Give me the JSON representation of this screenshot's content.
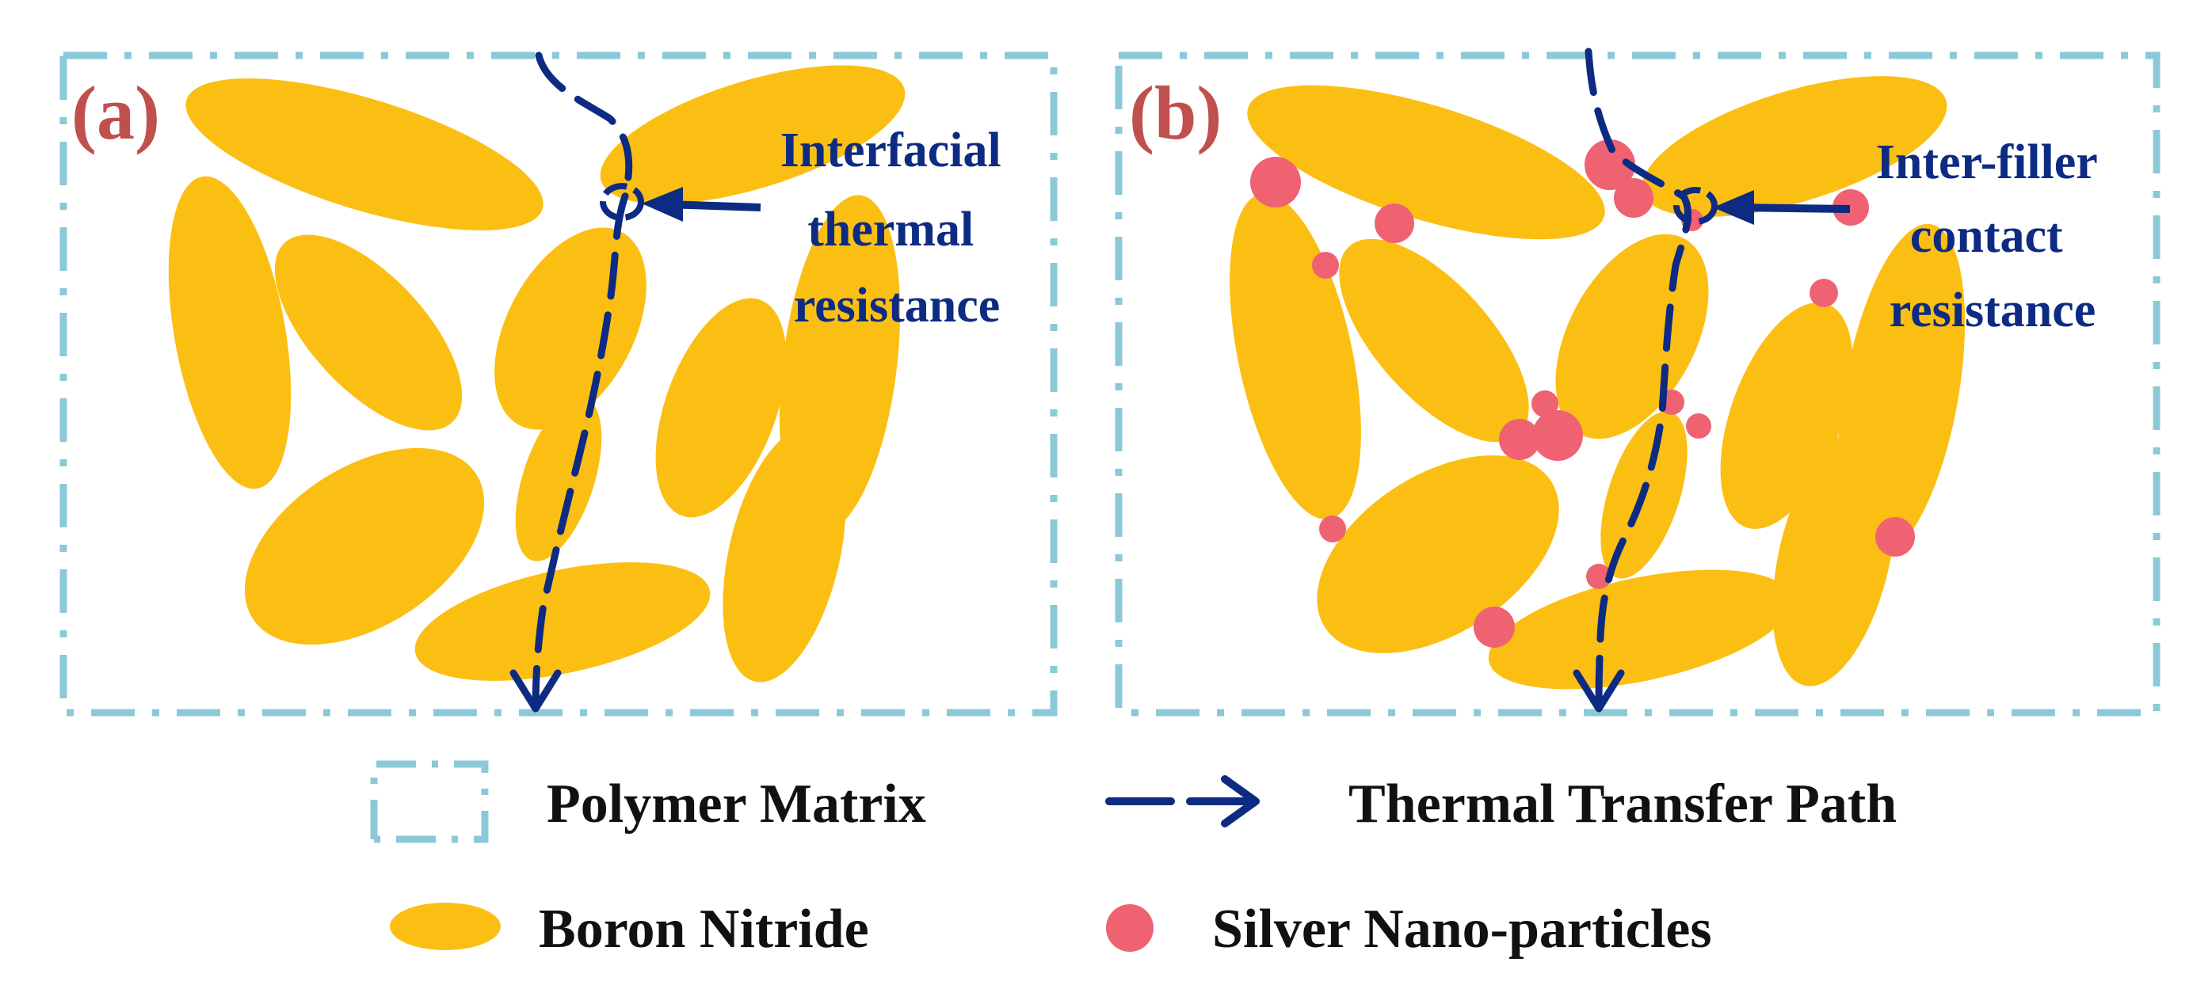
{
  "colors": {
    "matrix_border": "#8cc9d8",
    "boron_nitride": "#fbbf14",
    "silver": "#ef6272",
    "path": "#0d2b82",
    "panel_label": "#c0504d",
    "legend_text": "#111111"
  },
  "panel_a": {
    "label": "(a)",
    "annotation": [
      "Interfacial",
      "thermal",
      "resistance"
    ]
  },
  "panel_b": {
    "label": "(b)",
    "annotation": [
      "Inter-filler",
      "contact",
      "resistance"
    ]
  },
  "legend": {
    "polymer_matrix": "Polymer Matrix",
    "thermal_transfer_path": "Thermal Transfer Path",
    "boron_nitride": "Boron Nitride",
    "silver_nano_particles": "Silver Nano-particles"
  },
  "icons": [
    "dash-dot-frame-icon",
    "dashed-arrow-icon",
    "ellipse-icon",
    "circle-icon"
  ]
}
